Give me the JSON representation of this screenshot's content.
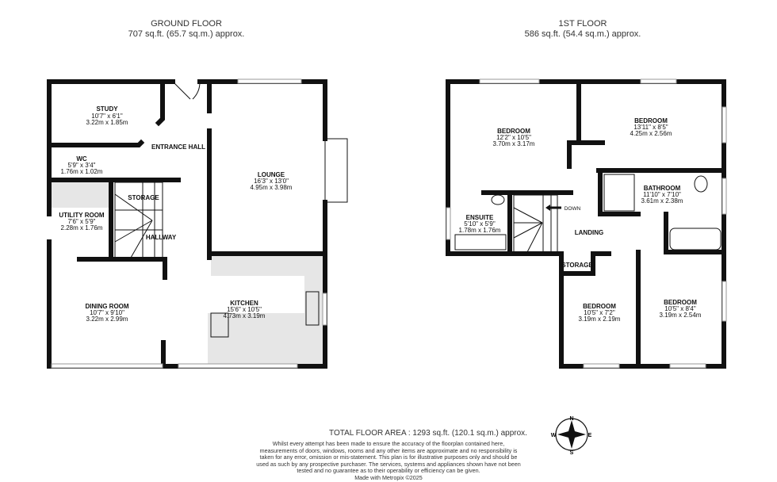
{
  "ground_floor": {
    "title": "GROUND FLOOR",
    "area": "707 sq.ft. (65.7 sq.m.) approx.",
    "rooms": [
      {
        "name": "STUDY",
        "imperial": "10'7\"  x 6'1\"",
        "metric": "3.22m  x 1.85m"
      },
      {
        "name": "ENTRANCE HALL"
      },
      {
        "name": "WC",
        "imperial": "5'9\"  x 3'4\"",
        "metric": "1.76m  x 1.02m"
      },
      {
        "name": "LOUNGE",
        "imperial": "16'3\"  x 13'0\"",
        "metric": "4.95m  x 3.98m"
      },
      {
        "name": "STORAGE"
      },
      {
        "name": "UTILITY ROOM",
        "imperial": "7'6\"  x 5'9\"",
        "metric": "2.28m  x 1.76m"
      },
      {
        "name": "HALLWAY"
      },
      {
        "name": "DINING ROOM",
        "imperial": "10'7\"  x 9'10\"",
        "metric": "3.22m  x 2.99m"
      },
      {
        "name": "KITCHEN",
        "imperial": "15'6\"  x 10'5\"",
        "metric": "4.73m  x 3.19m"
      }
    ]
  },
  "first_floor": {
    "title": "1ST FLOOR",
    "area": "586 sq.ft. (54.4 sq.m.) approx.",
    "rooms": [
      {
        "name": "BEDROOM",
        "imperial": "12'2\"  x 10'5\"",
        "metric": "3.70m  x 3.17m"
      },
      {
        "name": "BEDROOM",
        "imperial": "13'11\"  x 8'5\"",
        "metric": "4.25m  x 2.56m"
      },
      {
        "name": "BATHROOM",
        "imperial": "11'10\"  x 7'10\"",
        "metric": "3.61m  x 2.38m"
      },
      {
        "name": "ENSUITE",
        "imperial": "5'10\"  x 5'9\"",
        "metric": "1.78m  x 1.76m"
      },
      {
        "name": "LANDING"
      },
      {
        "name": "STORAGE"
      },
      {
        "name": "BEDROOM",
        "imperial": "10'5\"  x 7'2\"",
        "metric": "3.19m  x 2.19m"
      },
      {
        "name": "BEDROOM",
        "imperial": "10'5\"  x 8'4\"",
        "metric": "3.19m  x 2.54m"
      }
    ],
    "stairs_label": "DOWN"
  },
  "compass": {
    "n": "N",
    "e": "E",
    "s": "S",
    "w": "W"
  },
  "footer": {
    "total": "TOTAL FLOOR AREA : 1293 sq.ft. (120.1 sq.m.) approx.",
    "disclaimer": "Whilst every attempt has been made to ensure the accuracy of the floorplan contained here, measurements of doors, windows, rooms and any other items are approximate and no responsibility is taken for any error, omission or mis-statement. This plan is for illustrative purposes only and should be used as such by any prospective purchaser. The services, systems and appliances shown have not been tested and no guarantee as to their operability or efficiency can be given.",
    "credit": "Made with Metropix ©2025"
  },
  "colors": {
    "walls": "#111111",
    "fixtures": "#e6e6e6"
  }
}
